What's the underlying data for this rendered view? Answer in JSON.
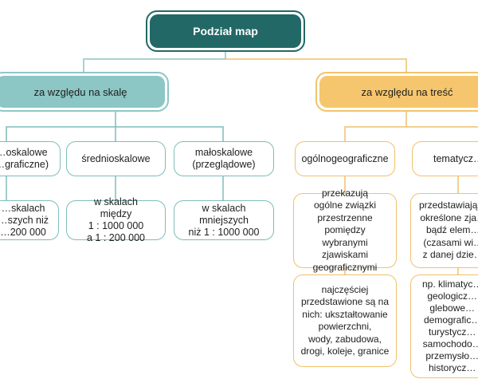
{
  "root": {
    "label": "Podział map"
  },
  "scale": {
    "label": "za względu na skalę",
    "types": [
      {
        "label": "…oskalowe\n…graficzne)",
        "desc": "…skalach\n…szych niż\n…200 000"
      },
      {
        "label": "średnioskalowe",
        "desc": "w skalach\nmiędzy\n1 : 1000 000\na 1 : 200 000"
      },
      {
        "label": "małoskalowe\n(przeglądowe)",
        "desc": "w skalach\nmniejszych\nniż 1 : 1000 000"
      }
    ]
  },
  "content": {
    "label": "za względu na treść",
    "types": [
      {
        "label": "ogólnogeograficzne",
        "desc": "przekazują\nogólne związki\nprzestrzenne pomiędzy\nwybranymi zjawiskami\ngeograficznymi",
        "examples": "najczęściej\nprzedstawione są na\nnich: ukształtowanie\npowierzchni,\nwody, zabudowa,\ndrogi, koleje, granice"
      },
      {
        "label": "tematycz…",
        "desc": "przedstawiają…\nokreślone zja…\nbądź elem…\n(czasami wi…\nz danej dzie…",
        "examples": "np. klimatyc…\ngeologicz…\nglebowe…\ndemografic…\nturystycz…\nsamochodo…\nprzemysło…\nhistorycz…"
      }
    ]
  },
  "colors": {
    "root": "#226866",
    "scale": "#8cc6c5",
    "content": "#f6c66e",
    "line_teal": "#7fbcbc",
    "line_orange": "#f0c16c"
  }
}
